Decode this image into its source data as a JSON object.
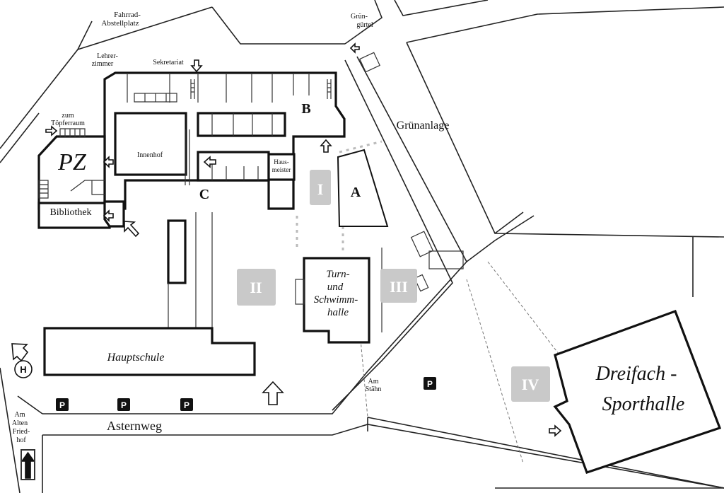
{
  "labels": {
    "fahrrad": [
      "Fahrrad-",
      "Abstellplatz"
    ],
    "gruenguertel": [
      "Grün-",
      "gürtel"
    ],
    "lehrerzimmer": [
      "Lehrer-",
      "zimmer"
    ],
    "sekretariat": "Sekretariat",
    "zum_toepferraum": [
      "zum",
      "Töpferraum"
    ],
    "pz": "PZ",
    "innenhof": "Innenhof",
    "hausmeister": [
      "Haus-",
      "meister"
    ],
    "bibliothek": "Bibliothek",
    "building_a": "A",
    "building_b": "B",
    "building_c": "C",
    "gruenanlage": "Grünanlage",
    "turnhalle": [
      "Turn-",
      "und",
      "Schwimm-",
      "halle"
    ],
    "hauptschule": "Hauptschule",
    "dreifach": [
      "Dreifach -",
      "Sporthalle"
    ],
    "am_staehn": [
      "Am",
      "Stähn"
    ],
    "asternweg": "Asternweg",
    "am_alten_friedhof": [
      "Am",
      "Alten",
      "Fried-",
      "hof"
    ],
    "heliport": "H"
  },
  "zones": [
    "I",
    "II",
    "III",
    "IV"
  ],
  "parking": "P"
}
